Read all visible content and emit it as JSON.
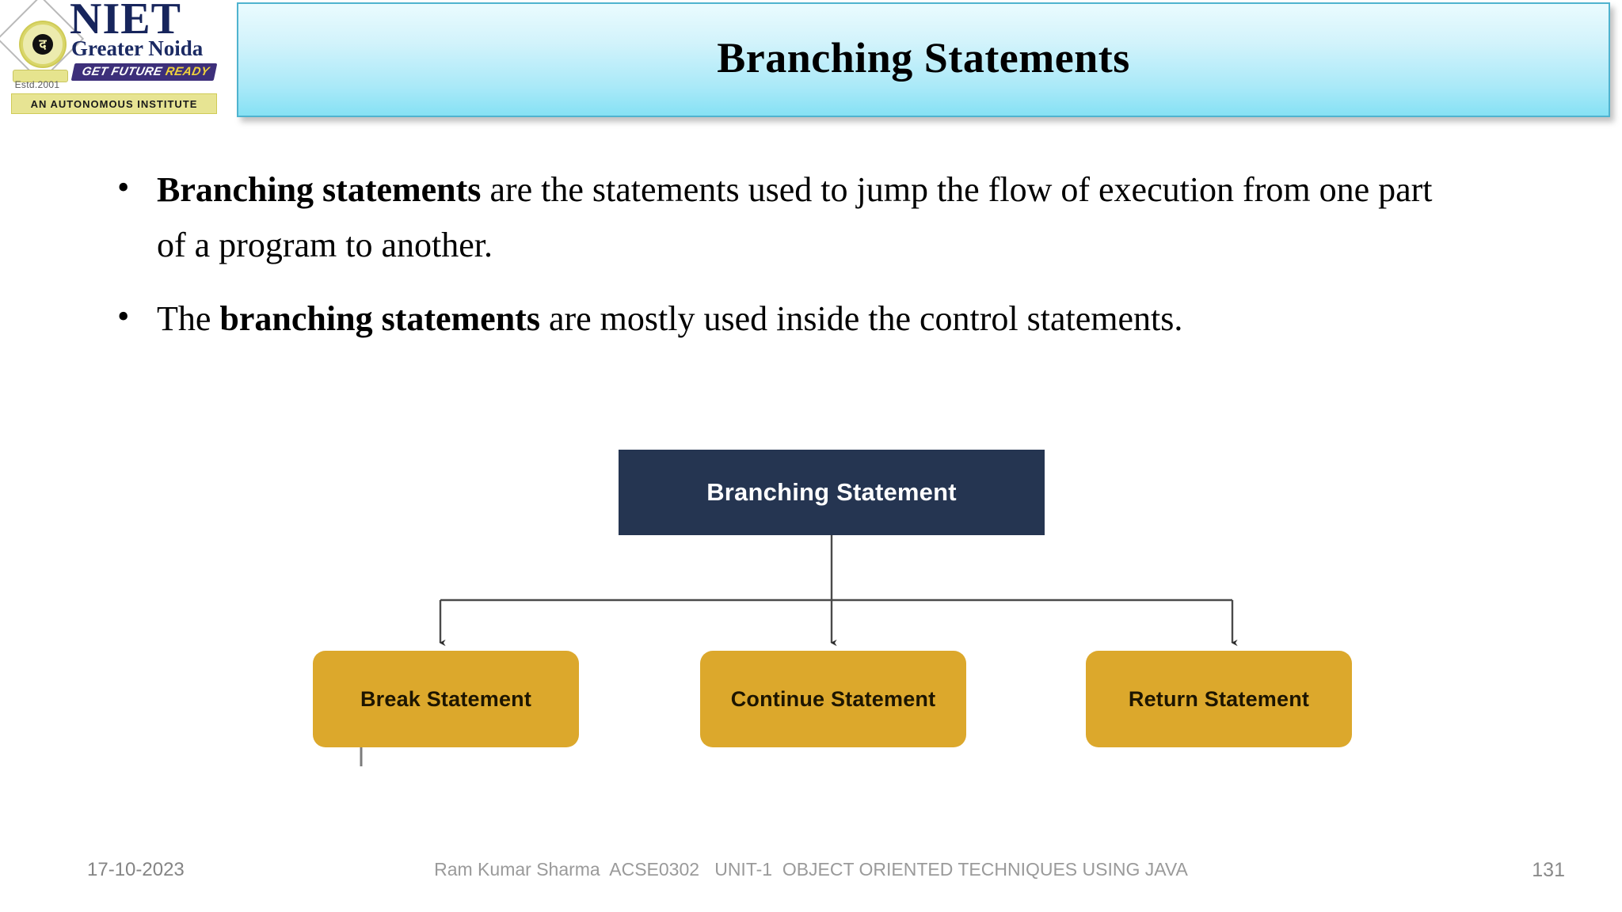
{
  "logo": {
    "institute_short": "NIET",
    "location": "Greater Noida",
    "tagline_1": "GET FUTURE",
    "tagline_2": "READY",
    "established": "Estd.2001",
    "autonomous": "AN AUTONOMOUS INSTITUTE",
    "seal_glyph": "द"
  },
  "header": {
    "title": "Branching Statements"
  },
  "body": {
    "bullets": [
      {
        "lead_bold": "Branching statements",
        "rest": " are the statements used to jump the flow of execution from one part of a program to another."
      },
      {
        "prefix": "The ",
        "lead_bold": "branching statements",
        "rest": " are mostly used inside the control statements."
      }
    ]
  },
  "diagram": {
    "type": "tree",
    "root": {
      "label": "Branching Statement",
      "color": "#253551",
      "text_color": "#ffffff"
    },
    "children": [
      {
        "label": "Break Statement",
        "color": "#dca82c",
        "text_color": "#1d1500"
      },
      {
        "label": "Continue Statement",
        "color": "#dca82c",
        "text_color": "#1d1500"
      },
      {
        "label": "Return Statement",
        "color": "#dca82c",
        "text_color": "#1d1500"
      }
    ]
  },
  "footer": {
    "date": "17-10-2023",
    "center": "Ram Kumar Sharma  ACSE0302   UNIT-1  OBJECT ORIENTED TECHNIQUES USING JAVA",
    "page": "131"
  },
  "colors": {
    "banner_top": "#eafbfe",
    "banner_bottom": "#86e1f4",
    "banner_border": "#4fb3cf",
    "root_node": "#253551",
    "leaf_node": "#dca82c",
    "connector": "#4a4a4a",
    "footer_text": "#9a9a9a"
  }
}
